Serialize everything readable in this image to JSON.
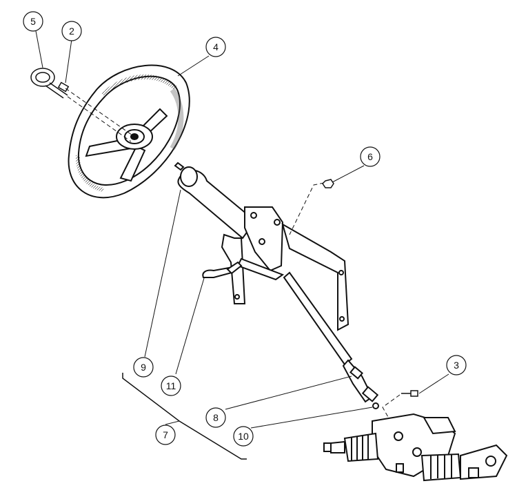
{
  "diagram": {
    "callouts": [
      {
        "id": "c5",
        "label": "5"
      },
      {
        "id": "c2",
        "label": "2"
      },
      {
        "id": "c4",
        "label": "4"
      },
      {
        "id": "c6",
        "label": "6"
      },
      {
        "id": "c3",
        "label": "3"
      },
      {
        "id": "c9",
        "label": "9"
      },
      {
        "id": "c11",
        "label": "11"
      },
      {
        "id": "c8",
        "label": "8"
      },
      {
        "id": "c7",
        "label": "7"
      },
      {
        "id": "c10",
        "label": "10"
      }
    ]
  }
}
